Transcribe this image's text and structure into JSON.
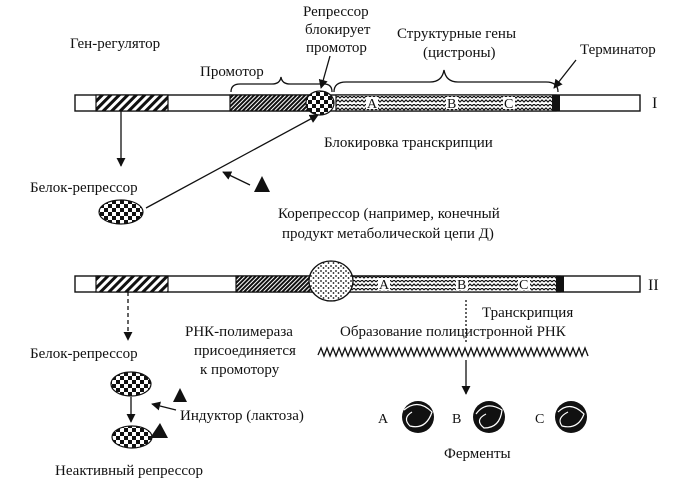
{
  "colors": {
    "ink": "#111111",
    "paper": "#ffffff"
  },
  "panel_I": {
    "roman": "I",
    "gene_regulator": "Ген-регулятор",
    "repressor_blocks_1": "Репрессор",
    "repressor_blocks_2": "блокирует",
    "repressor_blocks_3": "промотор",
    "structural_genes_1": "Структурные гены",
    "structural_genes_2": "(цистроны)",
    "terminator": "Терминатор",
    "promoter": "Промотор",
    "gene_a": "A",
    "gene_b": "B",
    "gene_c": "C",
    "transcription_block": "Блокировка транскрипции",
    "repressor_protein": "Белок-репрессор",
    "corepressor_1": "Корепрессор (например, конечный",
    "corepressor_2": "продукт метаболической цепи Д)"
  },
  "panel_II": {
    "roman": "II",
    "gene_a": "A",
    "gene_b": "B",
    "gene_c": "C",
    "transcription": "Транскрипция",
    "rna_pol_1": "РНК-полимераза",
    "rna_pol_2": "присоединяется",
    "rna_pol_3": "к промотору",
    "polycistronic": "Образование полицистронной РНК",
    "repressor_protein": "Белок-репрессор",
    "inducer": "Индуктор (лактоза)",
    "inactive_repressor": "Неактивный репрессор",
    "enzyme_a": "A",
    "enzyme_b": "B",
    "enzyme_c": "C",
    "enzymes": "Ферменты"
  }
}
